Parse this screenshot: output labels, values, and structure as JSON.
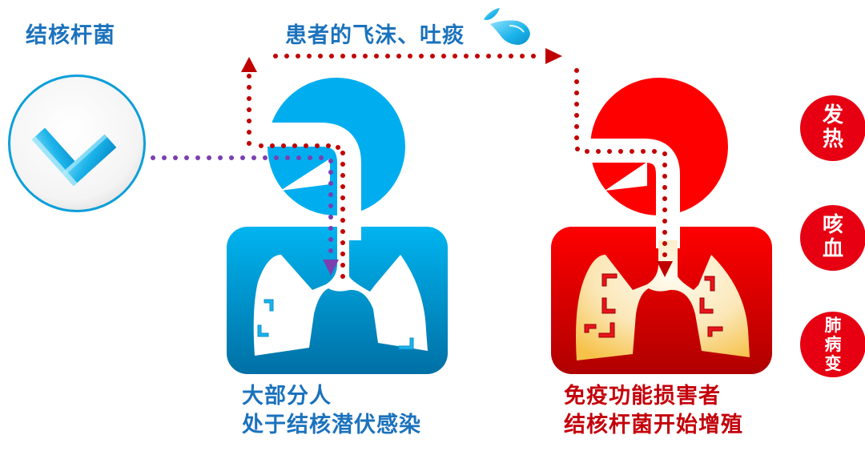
{
  "title_left": "结核杆菌",
  "title_top": "患者的飞沫、吐痰",
  "captions": {
    "latent": {
      "line1": "大部分人",
      "line2": "处于结核潜伏感染"
    },
    "active": {
      "line1": "免疫功能损害者",
      "line2": "结核杆菌开始增殖"
    }
  },
  "symptoms": [
    {
      "chars": [
        "发",
        "热"
      ]
    },
    {
      "chars": [
        "咳",
        "血"
      ]
    },
    {
      "chars": [
        "肺",
        "病",
        "变"
      ]
    }
  ],
  "icons": {
    "bacterium_badge": "l-shaped-bacterium-icon",
    "droplet": "water-droplet-icon",
    "person_latent": "person-lungs-icon",
    "person_active": "person-lungs-icon"
  },
  "colors": {
    "blue_primary": "#00aeef",
    "blue_dark": "#0071a8",
    "blue_text": "#1b72bd",
    "red_primary": "#ff0000",
    "red_dark": "#b30000",
    "red_text": "#c4000b",
    "red_dots": "#c00000",
    "purple_dots": "#7030a0",
    "symptom_bg": "#e60012"
  }
}
